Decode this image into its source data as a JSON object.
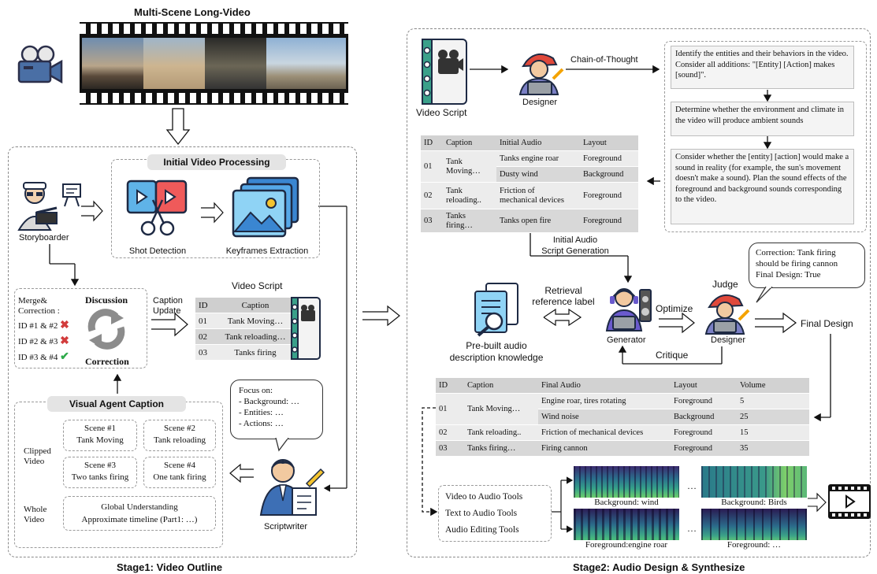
{
  "stage1": {
    "title": "Stage1: Video Outline",
    "video_title": "Multi-Scene Long-Video",
    "initial_processing": "Initial Video Processing",
    "shot_detection": "Shot Detection",
    "keyframes": "Keyframes Extraction",
    "storyboarder": "Storyboarder",
    "merge_label": "Merge&\nCorrection :",
    "merge_rows": [
      "ID #1 & #2",
      "ID #2 & #3",
      "ID #3 & #4"
    ],
    "discussion": "Discussion",
    "correction": "Correction",
    "caption_update": "Caption\nUpdate",
    "video_script_title": "Video Script",
    "script_table": {
      "headers": [
        "ID",
        "Caption"
      ],
      "rows": [
        [
          "01",
          "Tank Moving…"
        ],
        [
          "02",
          "Tank reloading…"
        ],
        [
          "03",
          "Tanks firing"
        ]
      ]
    },
    "visual_agent": "Visual Agent Caption",
    "clipped_video": "Clipped\nVideo",
    "scenes": [
      {
        "id": "Scene #1",
        "text": "Tank Moving"
      },
      {
        "id": "Scene #2",
        "text": "Tank reloading"
      },
      {
        "id": "Scene #3",
        "text": "Two tanks firing"
      },
      {
        "id": "Scene #4",
        "text": "One tank firing"
      }
    ],
    "whole_video": "Whole\nVideo",
    "global_understanding": "Global Understanding",
    "timeline": "Approximate timeline (Part1: …)",
    "focus": [
      "Focus on:",
      "- Background: …",
      "- Entities: …",
      "- Actions: …"
    ],
    "scriptwriter": "Scriptwriter"
  },
  "stage2": {
    "title": "Stage2: Audio Design & Synthesize",
    "video_script": "Video Script",
    "designer": "Designer",
    "cot": "Chain-of-Thought",
    "cot_steps": [
      "Identify the entities and their behaviors in the video. Consider all additions: \"[Entity] [Action] makes [sound]\".",
      "Determine whether the environment and climate in the video will produce ambient sounds",
      "Consider whether the [entity] [action] would make a sound in reality (for example, the sun's movement doesn't make a sound). Plan the sound effects of the foreground and background sounds corresponding to the video."
    ],
    "initial_table": {
      "headers": [
        "ID",
        "Caption",
        "Initial Audio",
        "Layout"
      ],
      "rows": [
        {
          "id": "01",
          "caption": "Tank\nMoving…",
          "audio": [
            "Tanks engine roar",
            "Dusty wind"
          ],
          "layout": [
            "Foreground",
            "Background"
          ]
        },
        {
          "id": "02",
          "caption": "Tank\nreloading..",
          "audio": [
            "Friction of\nmechanical devices"
          ],
          "layout": [
            "Foreground"
          ]
        },
        {
          "id": "03",
          "caption": "Tanks\nfiring…",
          "audio": [
            "Tanks open fire"
          ],
          "layout": [
            "Foreground"
          ]
        }
      ]
    },
    "initial_gen": "Initial Audio\nScript Generation",
    "correction_note": [
      "Correction: Tank firing",
      "should be firing cannon",
      "Final Design:  True"
    ],
    "judge": "Judge",
    "retrieval": "Retrieval\nreference label",
    "optimize": "Optimize",
    "critique": "Critique",
    "generator": "Generator",
    "designer2": "Designer",
    "final_design": "Final Design",
    "prebuilt": "Pre-built audio\ndescription knowledge",
    "final_table": {
      "headers": [
        "ID",
        "Caption",
        "Final Audio",
        "Layout",
        "Volume"
      ],
      "rows": [
        {
          "id": "01",
          "caption": "Tank Moving…",
          "audio": [
            "Engine roar, tires rotating",
            "Wind noise"
          ],
          "layout": [
            "Foreground",
            "Background"
          ],
          "volume": [
            "5",
            "25"
          ]
        },
        {
          "id": "02",
          "caption": "Tank reloading..",
          "audio": [
            "Friction of mechanical devices"
          ],
          "layout": [
            "Foreground"
          ],
          "volume": [
            "15"
          ]
        },
        {
          "id": "03",
          "caption": "Tanks firing…",
          "audio": [
            "Firing cannon"
          ],
          "layout": [
            "Foreground"
          ],
          "volume": [
            "35"
          ]
        }
      ]
    },
    "tools": [
      "Video to Audio Tools",
      "Text to Audio Tools",
      "Audio Editing Tools"
    ],
    "spectro_labels": [
      "Background: wind",
      "Background: Birds",
      "Foreground:engine roar",
      "Foreground: …"
    ],
    "ellipsis": "…"
  },
  "colors": {
    "tealish": "#2e8b7a",
    "spec_dark": "#2a1a52",
    "spec_mid": "#2b7a8a",
    "spec_light": "#7fd06a"
  }
}
